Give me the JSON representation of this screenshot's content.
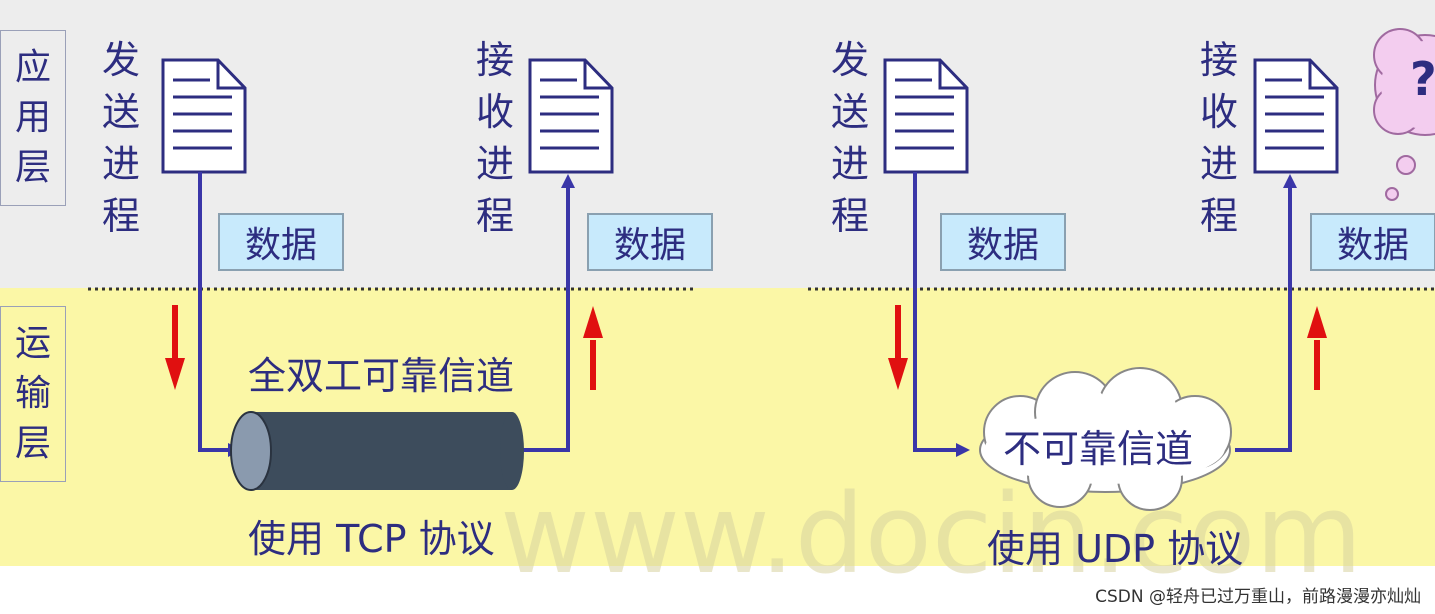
{
  "layers": {
    "application": "应用层",
    "transport": "运输层"
  },
  "tcp_side": {
    "sender": "发送进程",
    "receiver": "接收进程",
    "data_sender": "数据",
    "data_receiver": "数据",
    "channel_label": "全双工可靠信道",
    "protocol_label": "使用 TCP 协议"
  },
  "udp_side": {
    "sender": "发送进程",
    "receiver": "接收进程",
    "data_sender": "数据",
    "data_receiver": "数据",
    "channel_label": "不可靠信道",
    "protocol_label": "使用 UDP 协议",
    "thought_mark": "?"
  },
  "watermark": "www.docin.com",
  "credit": "CSDN @轻舟已过万重山，前路漫漫亦灿灿",
  "colors": {
    "app_band": "#ededed",
    "transport_band": "#fbf7a6",
    "text": "#2d2d80",
    "line": "#3a36a8",
    "arrow_red": "#e01010",
    "data_box": "#c8eafc",
    "pipe": "#3d4c5c",
    "cloud_thought": "#f3cdef"
  }
}
